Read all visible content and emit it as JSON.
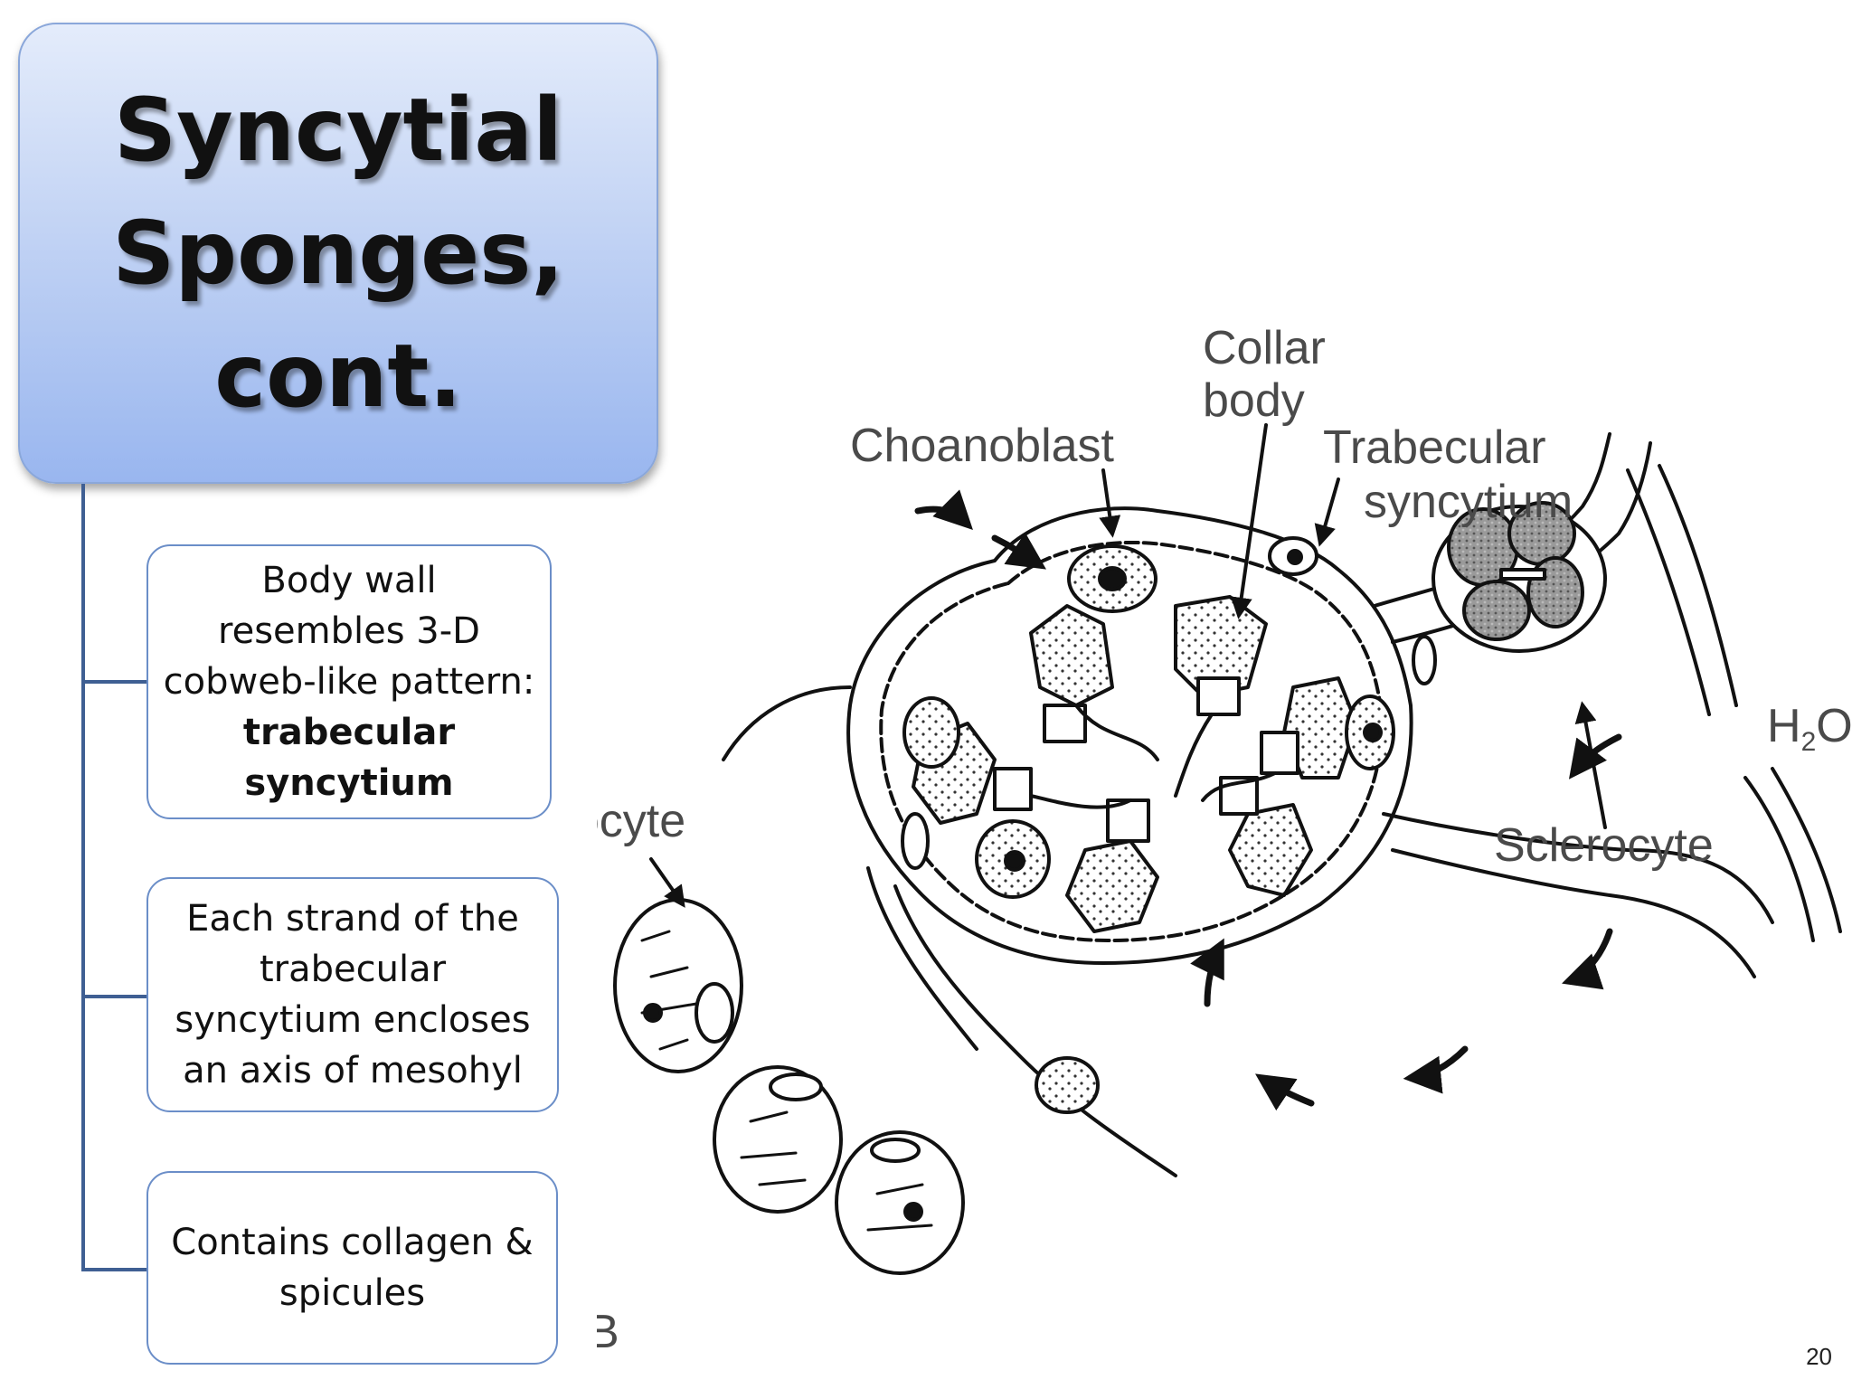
{
  "slide": {
    "title_lines": [
      "Syncytial",
      "Sponges,",
      "cont."
    ],
    "bullets": [
      {
        "text": "Body wall resembles 3-D cobweb-like pattern: ",
        "bold": "trabecular syncytium"
      },
      {
        "text": "Each strand of the trabecular syncytium encloses an axis of mesohyl",
        "bold": ""
      },
      {
        "text": "Contains collagen & spicules",
        "bold": ""
      }
    ],
    "page_number": "20"
  },
  "figure": {
    "labels": {
      "collar_line1": "Collar",
      "collar_line2": "body",
      "choanoblast": "Choanoblast",
      "trabecular_line1": "Trabecular",
      "trabecular_line2": "syncytium",
      "h2o_main": "H",
      "h2o_sub": "2",
      "h2o_end": "O",
      "archeocyte": "Archeocyte",
      "sclerocyte": "Sclerocyte",
      "panel": "B"
    }
  }
}
